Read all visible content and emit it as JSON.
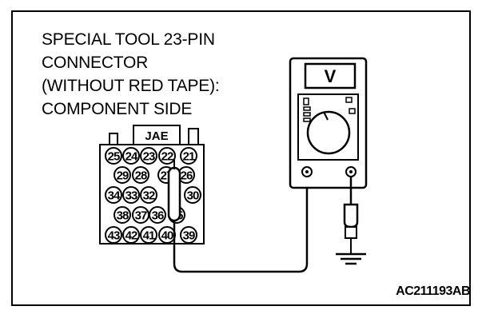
{
  "caption": {
    "line1": "SPECIAL TOOL 23-PIN",
    "line2": "CONNECTOR",
    "line3": "(WITHOUT RED TAPE):",
    "line4": "COMPONENT SIDE"
  },
  "connector": {
    "brand": "JAE",
    "rows": [
      [
        "25",
        "24",
        "23",
        "22",
        "21"
      ],
      [
        "29",
        "28",
        "27",
        "26"
      ],
      [
        "34",
        "33",
        "32",
        "30"
      ],
      [
        "38",
        "37",
        "36",
        "35"
      ],
      [
        "43",
        "42",
        "41",
        "40",
        "39"
      ]
    ]
  },
  "meter": {
    "mode_symbol": "V"
  },
  "figure_id": "AC211193AB"
}
